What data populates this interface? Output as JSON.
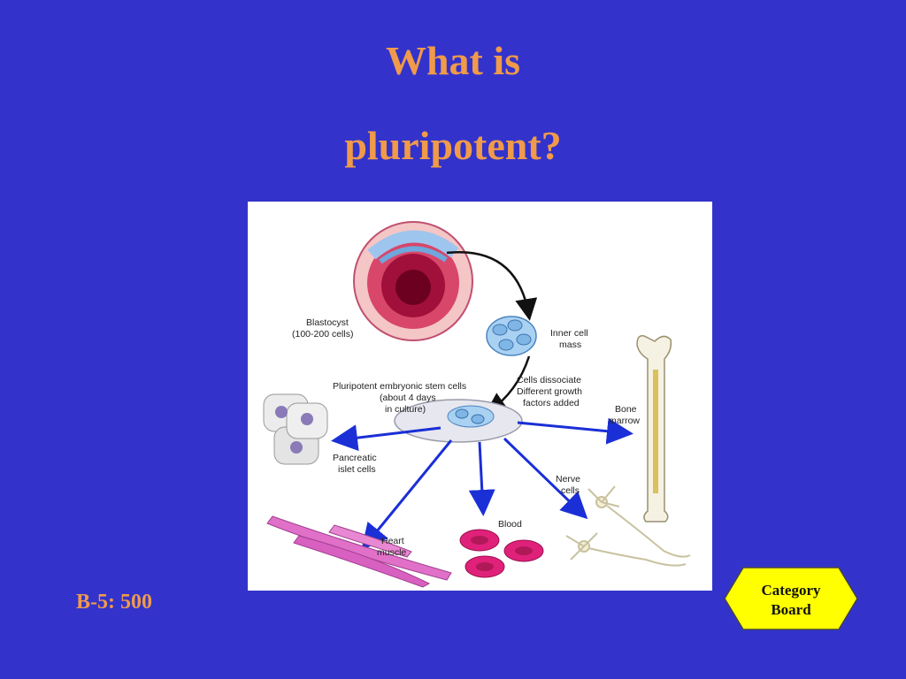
{
  "slide": {
    "title_line1": "What is",
    "title_line2": "pluripotent?",
    "question_code": "B-5: 500",
    "nav_button": {
      "line1": "Category",
      "line2": "Board"
    }
  },
  "figure": {
    "labels": {
      "blastocyst_line1": "Blastocyst",
      "blastocyst_line2": "(100-200 cells)",
      "inner_cell_mass_line1": "Inner cell",
      "inner_cell_mass_line2": "mass",
      "dissociate_line1": "Cells dissociate",
      "dissociate_line2": "Different growth",
      "dissociate_line3": "factors added",
      "esc_line1": "Pluripotent embryonic stem cells",
      "esc_line2": "(about 4 days",
      "esc_line3": "in culture)",
      "bone_marrow_line1": "Bone",
      "bone_marrow_line2": "marrow",
      "pancreatic_line1": "Pancreatic",
      "pancreatic_line2": "islet cells",
      "nerve_line1": "Nerve",
      "nerve_line2": "cells",
      "blood": "Blood",
      "heart_line1": "Heart",
      "heart_line2": "muscle"
    }
  },
  "colors": {
    "background": "#3333cc",
    "title": "#f09a4a",
    "button_fill": "#ffff00",
    "arrow": "#1a2fd6"
  }
}
